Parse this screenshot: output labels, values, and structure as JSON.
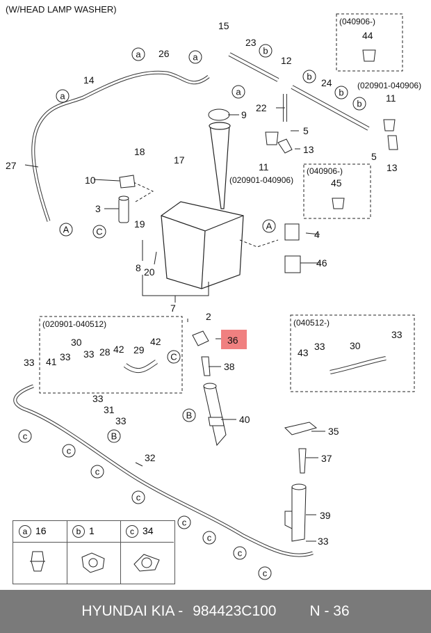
{
  "header": {
    "title": "(W/HEAD LAMP WASHER)"
  },
  "footer": {
    "brand": "HYUNDAI  KIA -",
    "part_number": "984423C100",
    "ref": "N - 36"
  },
  "callouts": {
    "p15": "15",
    "p23": "23",
    "b1": "b",
    "a1": "a",
    "p26": "26",
    "a2": "a",
    "a3": "a",
    "p14": "14",
    "a4": "a",
    "p27": "27",
    "p12": "12",
    "b2": "b",
    "p24": "24",
    "b3": "b",
    "b4": "b",
    "p22": "22",
    "p9": "9",
    "p5a": "5",
    "p13a": "13",
    "p11a": "11",
    "p11b": "11",
    "p5b": "5",
    "p13b": "13",
    "p44": "44",
    "p45": "45",
    "p18": "18",
    "p17": "17",
    "p10": "10",
    "p3": "3",
    "p19": "19",
    "A1": "A",
    "A2": "A",
    "C1": "C",
    "p4": "4",
    "p46": "46",
    "p8": "8",
    "p20": "20",
    "p7": "7",
    "p2": "2",
    "p36": "36",
    "p38": "38",
    "B1": "B",
    "p40": "40",
    "p30a": "30",
    "p33a": "33",
    "p33b": "33",
    "p28": "28",
    "p42a": "42",
    "p29": "29",
    "p42b": "42",
    "C2": "C",
    "p41": "41",
    "p33c": "33",
    "p33d": "33",
    "p31": "31",
    "p33e": "33",
    "B2": "B",
    "p43": "43",
    "p33f": "33",
    "p30b": "30",
    "p33g": "33",
    "p32": "32",
    "p35": "35",
    "p37": "37",
    "p39": "39",
    "p33h": "33",
    "c1": "c",
    "c2": "c",
    "c3": "c",
    "c4": "c",
    "c5": "c",
    "c6": "c",
    "c7": "c",
    "c8": "c",
    "c9": "c"
  },
  "box_labels": {
    "b040906_top": "(040906-)",
    "r020901_040906": "(020901-040906)",
    "r020901_040906_mid": "(020901-040906)",
    "b040906_mid": "(040906-)",
    "b020901_040512": "(020901-040512)",
    "b040512": "(040512-)"
  },
  "legend": [
    {
      "letter": "a",
      "part": "16"
    },
    {
      "letter": "b",
      "part": "1"
    },
    {
      "letter": "c",
      "part": "34"
    }
  ],
  "highlight_color": "#f08080"
}
